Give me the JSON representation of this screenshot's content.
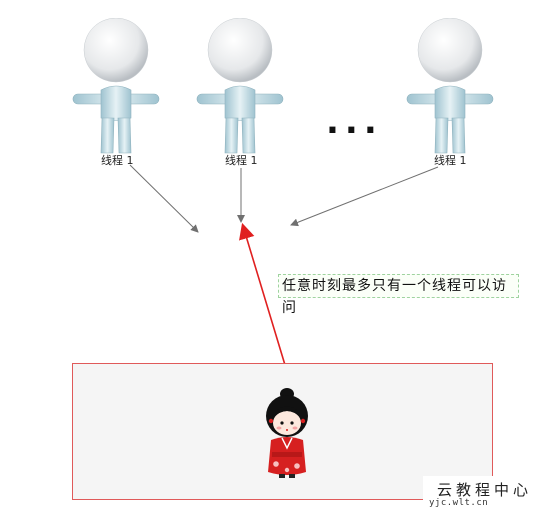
{
  "threads": [
    {
      "label": "线程 1"
    },
    {
      "label": "线程 1"
    },
    {
      "label": "线程 1"
    }
  ],
  "ellipsis": "...",
  "note": "任意时刻最多只有一个线程可以访问",
  "watermark": {
    "title": "云教程中心",
    "url": "yjc.wlt.cn"
  },
  "colors": {
    "thread_arrow": "#707070",
    "access_arrow": "#e02020",
    "box_border": "#e05a5a",
    "box_fill": "#f5f5f5"
  },
  "icons": {
    "thread_figure": "3d-person-icon",
    "resource_holder": "kokeshi-doll-icon"
  }
}
